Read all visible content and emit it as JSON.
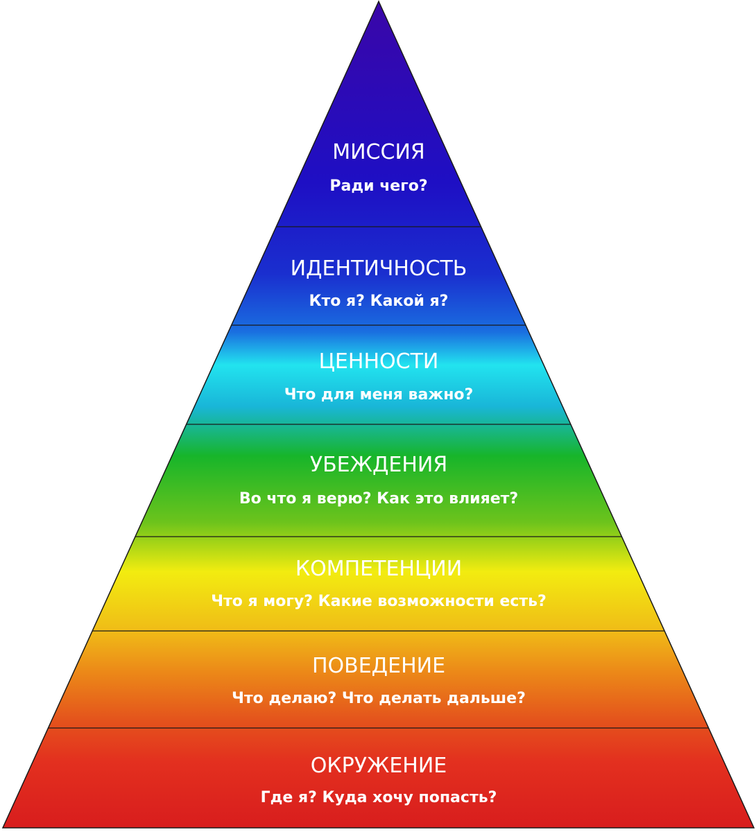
{
  "pyramid": {
    "levels": [
      {
        "title": "МИССИЯ",
        "subtitle": "Ради чего?"
      },
      {
        "title": "ИДЕНТИЧНОСТЬ",
        "subtitle": "Кто я? Какой я?"
      },
      {
        "title": "ЦЕННОСТИ",
        "subtitle": "Что для меня важно?"
      },
      {
        "title": "УБЕЖДЕНИЯ",
        "subtitle": "Во что я верю? Как это влияет?"
      },
      {
        "title": "КОМПЕТЕНЦИИ",
        "subtitle": "Что я могу? Какие возможности есть?"
      },
      {
        "title": "ПОВЕДЕНИЕ",
        "subtitle": "Что делаю? Что делать дальше?"
      },
      {
        "title": "ОКРУЖЕНИЕ",
        "subtitle": "Где я? Куда хочу попасть?"
      }
    ],
    "gradient_colors": [
      "#3a06a8",
      "#1e0fc4",
      "#1a2fcf",
      "#1a6fe0",
      "#22e3ef",
      "#19b6d8",
      "#17b52a",
      "#6cc31c",
      "#f2ec10",
      "#f0bd17",
      "#ec8a18",
      "#e4531c",
      "#e3301f",
      "#d81d1d"
    ],
    "divider_color": "#1a1a1a"
  }
}
